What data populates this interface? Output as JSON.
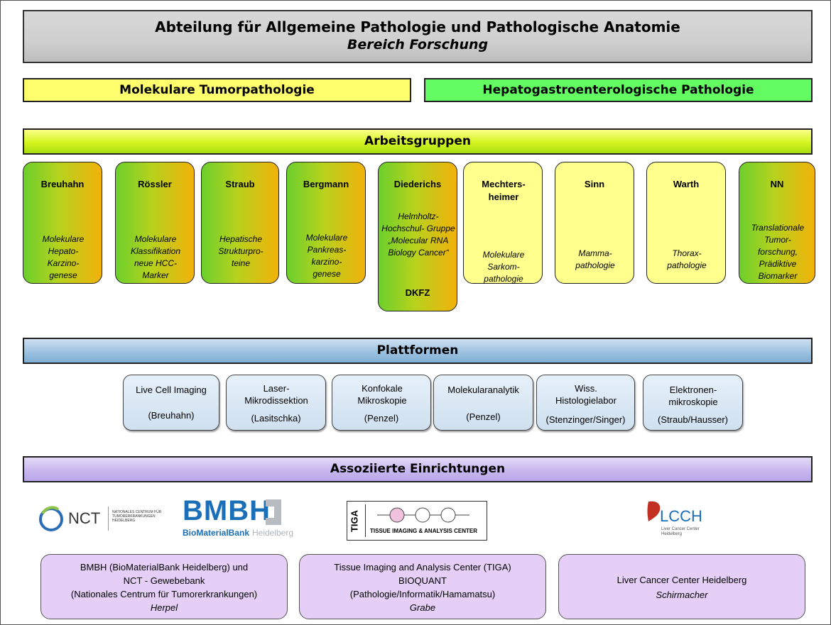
{
  "header": {
    "title": "Abteilung für Allgemeine Pathologie und Pathologische Anatomie",
    "subtitle": "Bereich Forschung"
  },
  "divisions": {
    "left": "Molekulare Tumorpathologie",
    "right": "Hepatogastroenterologische Pathologie"
  },
  "arbeitsgruppen": {
    "title": "Arbeitsgruppen",
    "groups": [
      {
        "name": "Breuhahn",
        "desc": "Molekulare Hepato- Karzino- genese"
      },
      {
        "name": "Rössler",
        "desc": "Molekulare Klassifikation neue HCC- Marker"
      },
      {
        "name": "Straub",
        "desc": "Hepatische Strukturpro- teine"
      },
      {
        "name": "Bergmann",
        "desc": "Molekulare Pankreas- karzino- genese"
      },
      {
        "name": "Diederichs",
        "desc": "Helmholtz- Hochschul- Gruppe „Molecular RNA Biology Cancer“",
        "extra": "DKFZ"
      },
      {
        "name": "Mechters- heimer",
        "desc": "Molekulare Sarkom- pathologie"
      },
      {
        "name": "Sinn",
        "desc": "Mamma- pathologie"
      },
      {
        "name": "Warth",
        "desc": "Thorax- pathologie"
      },
      {
        "name": "NN",
        "desc": "Translationale Tumor- forschung, Prädiktive Biomarker"
      }
    ]
  },
  "plattformen": {
    "title": "Plattformen",
    "items": [
      {
        "name": "Live Cell Imaging",
        "lead": "(Breuhahn)"
      },
      {
        "name": "Laser- Mikrodissektion",
        "lead": "(Lasitschka)"
      },
      {
        "name": "Konfokale Mikroskopie",
        "lead": "(Penzel)"
      },
      {
        "name": "Molekularanalytik",
        "lead": "(Penzel)"
      },
      {
        "name": "Wiss. Histologielabor",
        "lead": "(Stenzinger/Singer)"
      },
      {
        "name": "Elektronen- mikroskopie",
        "lead": "(Straub/Hausser)"
      }
    ]
  },
  "assoziierte": {
    "title": "Assoziierte Einrichtungen",
    "logos": {
      "nct": "NCT",
      "nct_sub": "NATIONALES CENTRUM FÜR TUMORERKRANKUNGEN HEIDELBERG",
      "bmbh": "BMBH",
      "bmbh_sub1": "BioMaterialBank",
      "bmbh_sub2": "Heidelberg",
      "tiga": "TIGA",
      "tiga_sub": "TISSUE IMAGING & ANALYSIS CENTER",
      "lcch": "LCCH",
      "lcch_sub": "Liver Cancer Center Heidelberg"
    },
    "institutions": [
      {
        "lines": [
          "BMBH (BioMaterialBank Heidelberg) und",
          "NCT - Gewebebank",
          "(Nationales Centrum für Tumorerkrankungen)"
        ],
        "person": "Herpel"
      },
      {
        "lines": [
          "Tissue Imaging and Analysis Center (TIGA)",
          "BIOQUANT",
          "(Pathologie/Informatik/Hamamatsu)"
        ],
        "person": "Grabe"
      },
      {
        "lines": [
          "Liver Cancer Center Heidelberg"
        ],
        "person": "Schirmacher"
      }
    ]
  }
}
